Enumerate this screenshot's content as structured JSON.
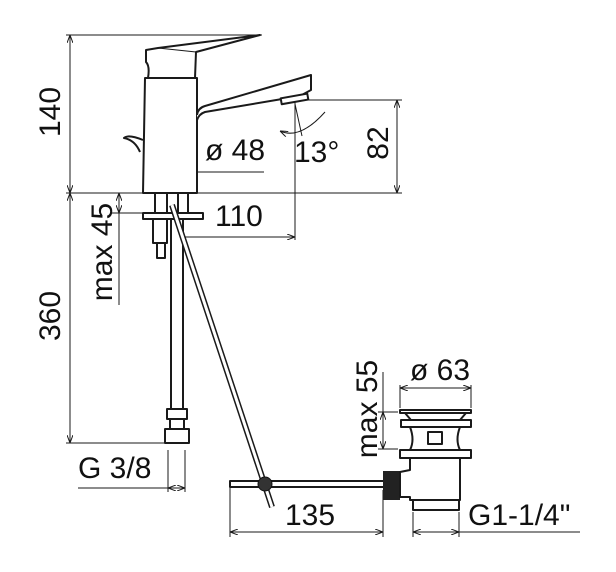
{
  "dimensions": {
    "total_height": "140",
    "hose_length": "360",
    "max_thickness_tap": "max 45",
    "body_diameter": "ø 48",
    "spout_angle": "13°",
    "spout_height": "82",
    "spout_reach": "110",
    "hose_thread": "G 3/8",
    "drain_diameter": "ø 63",
    "max_thickness_drain": "max 55",
    "rod_length": "135",
    "drain_thread": "G1-1/4\""
  }
}
